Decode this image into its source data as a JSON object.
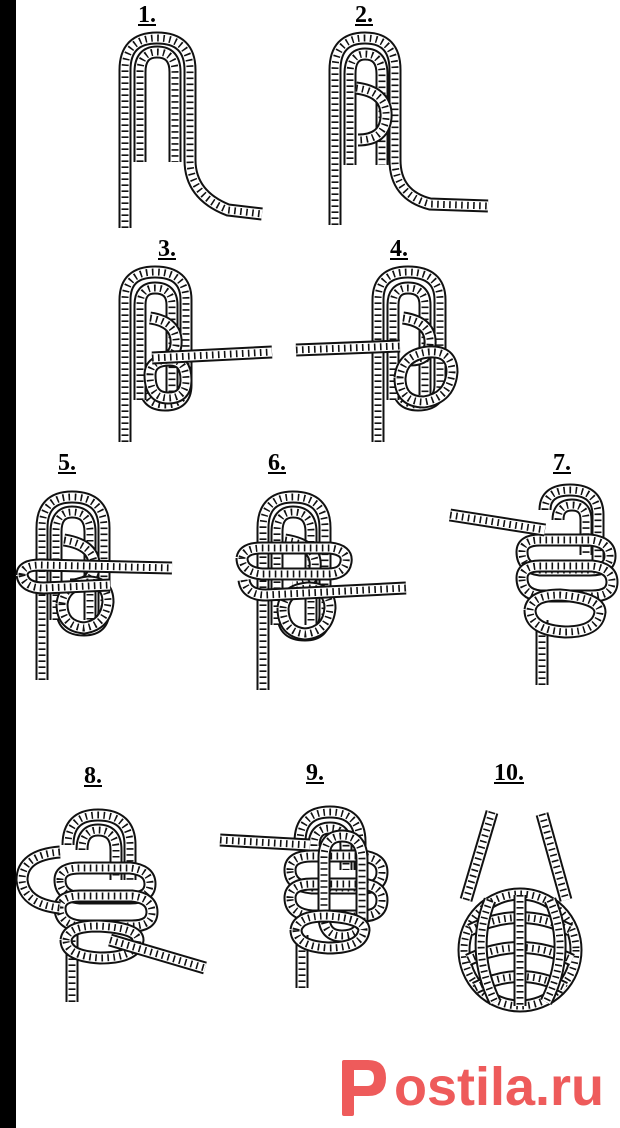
{
  "steps": [
    {
      "number": "1."
    },
    {
      "number": "2."
    },
    {
      "number": "3."
    },
    {
      "number": "4."
    },
    {
      "number": "5."
    },
    {
      "number": "6."
    },
    {
      "number": "7."
    },
    {
      "number": "8."
    },
    {
      "number": "9."
    },
    {
      "number": "10."
    }
  ],
  "watermark": {
    "text": "ostila.ru",
    "color": "#ee5b5b"
  },
  "colors": {
    "rope_stroke": "#111111",
    "rope_fill": "#ffffff",
    "left_bar": "#000000"
  }
}
